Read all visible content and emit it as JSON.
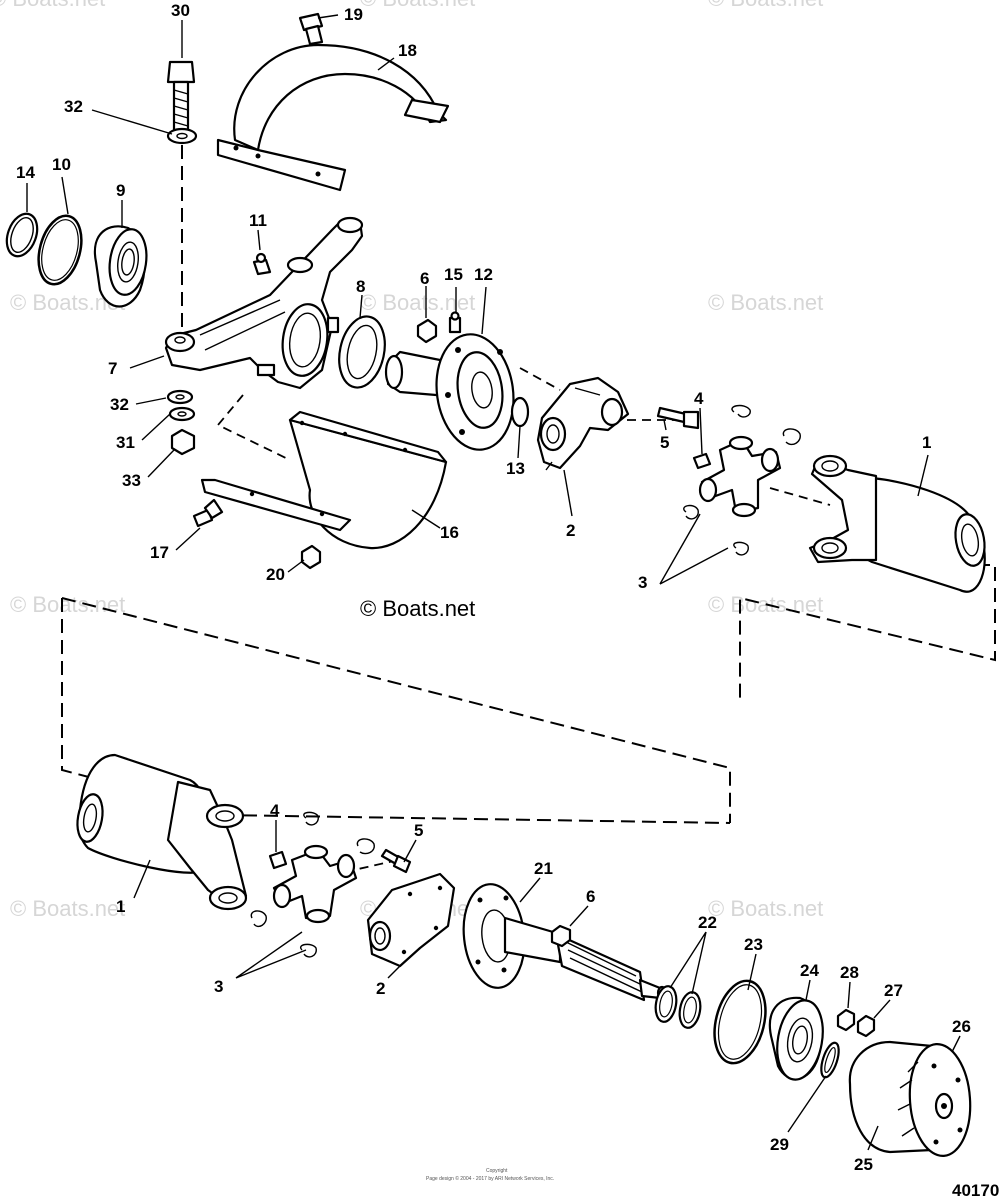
{
  "watermark": "© Boats.net",
  "center_copyright": "© Boats.net",
  "figure_number": "40170",
  "footer_line1": "Copyright",
  "footer_line2": "Page design © 2004 - 2017 by ARI Network Services, Inc.",
  "callouts": {
    "c30": "30",
    "c19": "19",
    "c18": "18",
    "c32a": "32",
    "c14": "14",
    "c10": "10",
    "c9": "9",
    "c11": "11",
    "c8": "8",
    "c6a": "6",
    "c15": "15",
    "c12": "12",
    "c7": "7",
    "c32b": "32",
    "c31": "31",
    "c33": "33",
    "c13": "13",
    "c2a": "2",
    "c5a": "5",
    "c4a": "4",
    "c1a": "1",
    "c16": "16",
    "c17": "17",
    "c20": "20",
    "c3a": "3",
    "c4b": "4",
    "c5b": "5",
    "c1b": "1",
    "c21": "21",
    "c6b": "6",
    "c22": "22",
    "c23": "23",
    "c24": "24",
    "c28": "28",
    "c27": "27",
    "c26": "26",
    "c3b": "3",
    "c2b": "2",
    "c29": "29",
    "c25": "25"
  }
}
